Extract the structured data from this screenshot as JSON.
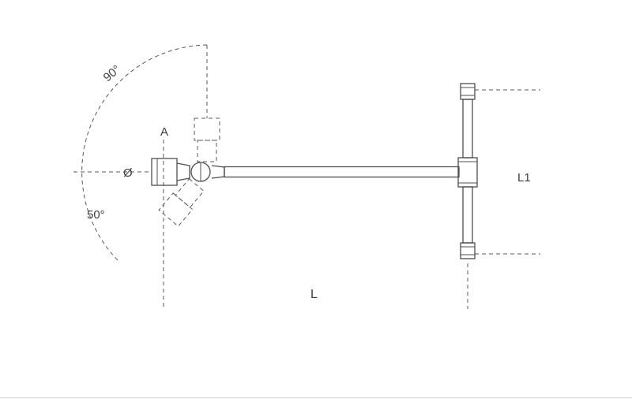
{
  "diagram": {
    "description": "Technical drawing of a T-handle wrench with swivel socket head",
    "labels": {
      "angle_upper": "90°",
      "angle_lower": "50°",
      "socket_dim": "A",
      "diameter_symbol": "Ø",
      "overall_length": "L",
      "handle_length": "L1"
    },
    "colors": {
      "line": "#4f4f4f",
      "dashed_line": "#5a5a5a",
      "background": "#ffffff"
    }
  }
}
